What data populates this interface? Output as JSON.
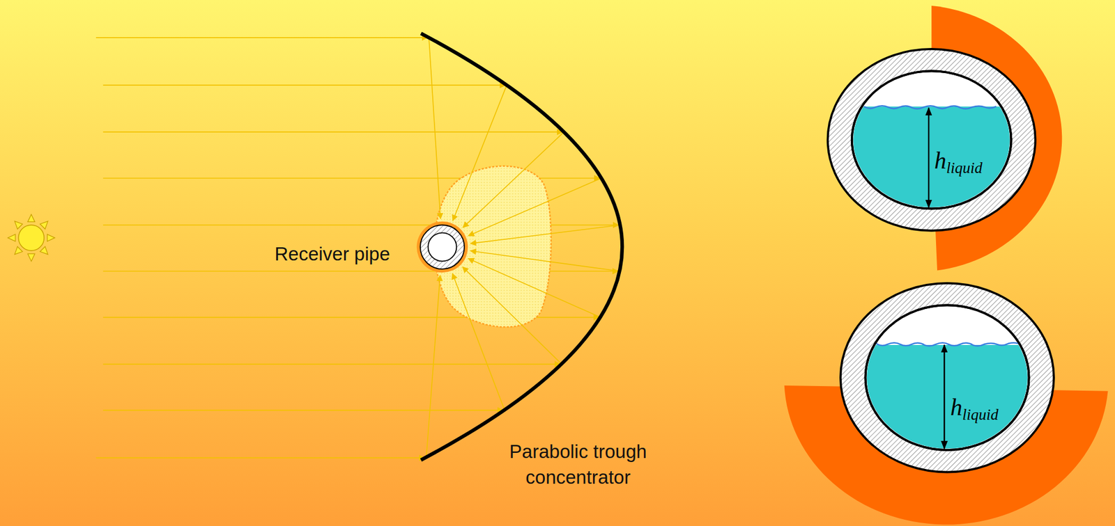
{
  "diagram": {
    "labels": [
      "Receiver pipe",
      "Parabolic trough concentrator",
      "h",
      "liquid",
      "h",
      "liquid"
    ]
  }
}
